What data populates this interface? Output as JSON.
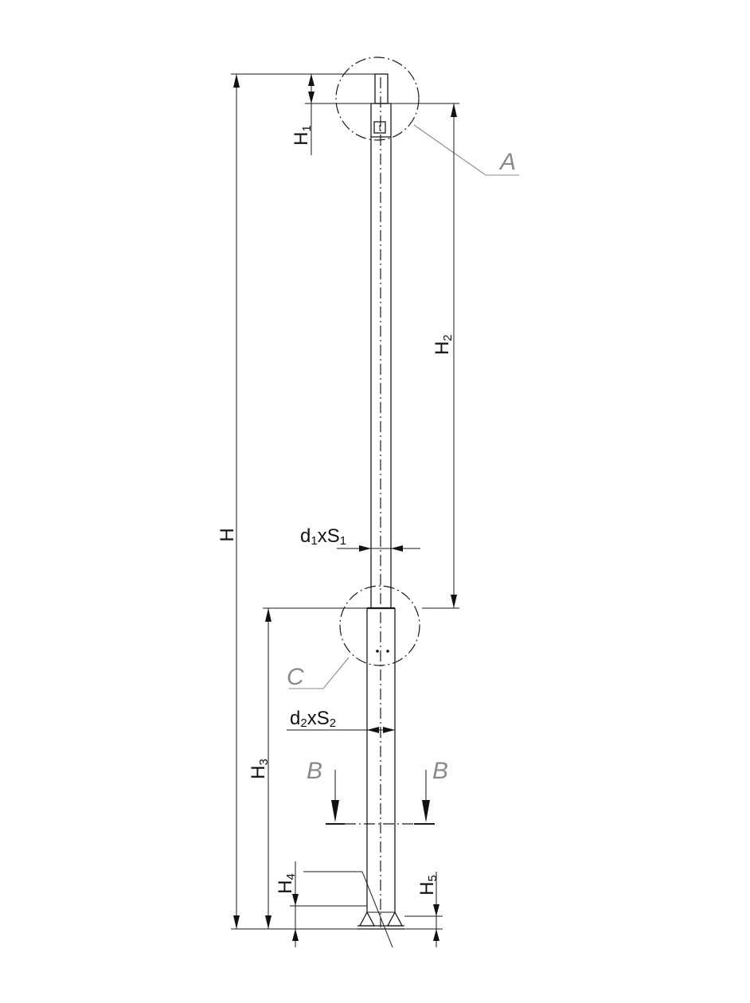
{
  "dimensions": {
    "H": {
      "main": "H",
      "sub": ""
    },
    "H1": {
      "main": "H",
      "sub": "1"
    },
    "H2": {
      "main": "H",
      "sub": "2"
    },
    "H3": {
      "main": "H",
      "sub": "3"
    },
    "H4": {
      "main": "H",
      "sub": "4"
    },
    "H5": {
      "main": "H",
      "sub": "5"
    },
    "d1S1": {
      "d": "d",
      "d_sub": "1",
      "x": "x",
      "s": "S",
      "s_sub": "1"
    },
    "d2S2": {
      "d": "d",
      "d_sub": "2",
      "x": "x",
      "s": "S",
      "s_sub": "2"
    }
  },
  "views": {
    "detail_a": "A",
    "detail_c": "C",
    "section_left": "B",
    "section_right": "B"
  }
}
